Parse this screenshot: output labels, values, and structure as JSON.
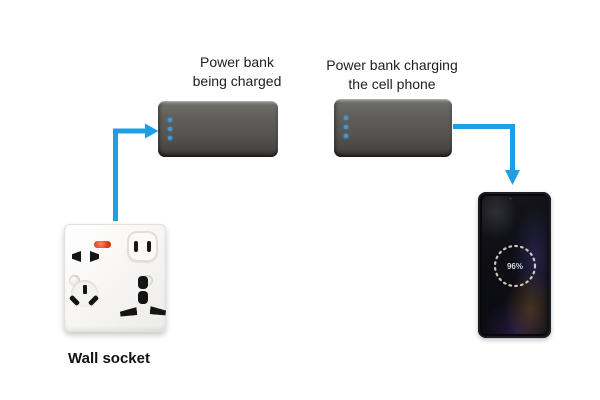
{
  "diagram": {
    "background_color": "#ffffff",
    "arrow_color": "#1e9fe5",
    "powerbank_led_color": "#4098d8",
    "indicator_light_color": "#d32f0e",
    "nodes": {
      "wall_socket": {
        "label": "Wall socket"
      },
      "powerbank_charged": {
        "label_line1": "Power bank",
        "label_line2": "being charged"
      },
      "powerbank_charging": {
        "label_line1": "Power bank charging",
        "label_line2": "the cell phone"
      },
      "cell_phone": {
        "battery_percent": "96%"
      }
    }
  }
}
